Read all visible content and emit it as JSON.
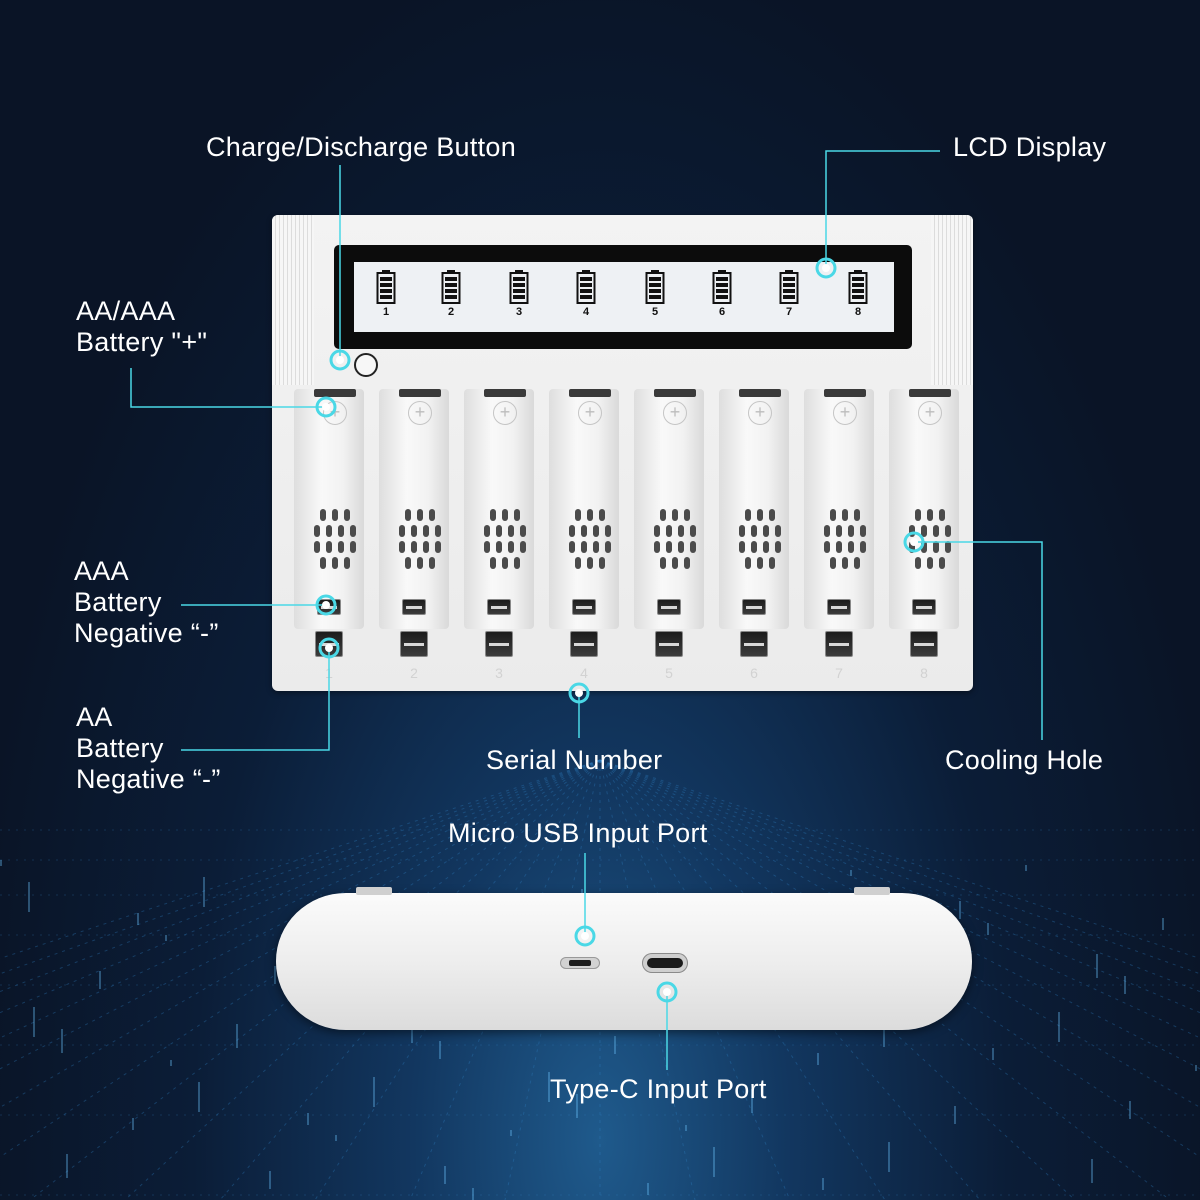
{
  "callouts": {
    "charge_button": "Charge/Discharge Button",
    "lcd_display": "LCD Display",
    "positive_line1": "AA/AAA",
    "positive_line2": "Battery \"+\"",
    "aaa_line1": "AAA",
    "aaa_line2": "Battery",
    "aaa_line3": "Negative “-”",
    "aa_line1": "AA",
    "aa_line2": "Battery",
    "aa_line3": "Negative “-”",
    "serial_number": "Serial Number",
    "cooling_hole": "Cooling Hole",
    "micro_usb": "Micro USB Input Port",
    "type_c": "Type-C Input Port"
  },
  "lcd_cells": [
    "1",
    "2",
    "3",
    "4",
    "5",
    "6",
    "7",
    "8"
  ],
  "slot_numbers": [
    "1",
    "2",
    "3",
    "4",
    "5",
    "6",
    "7",
    "8"
  ],
  "plus_symbol": "+",
  "colors": {
    "accent": "#4ad8e6",
    "background": "#0a1426",
    "device": "#efefef",
    "text": "#ffffff"
  }
}
